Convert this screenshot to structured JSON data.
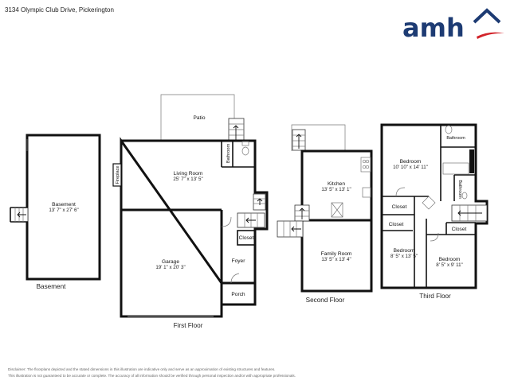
{
  "header": {
    "address": "3134 Olympic Club Drive, Pickerington",
    "logo_text": "amh",
    "logo_color": "#1d3b73",
    "accent_color": "#d2232a"
  },
  "floors": {
    "basement": "Basement",
    "first": "First Floor",
    "second": "Second Floor",
    "third": "Third Floor"
  },
  "rooms": {
    "basement": {
      "name": "Basement",
      "dim": "13' 7\" x 27' 6\""
    },
    "patio": {
      "name": "Patio"
    },
    "living_room": {
      "name": "Living Room",
      "dim": "25' 7\" x 13' 5\""
    },
    "fireplace": {
      "name": "Fireplace"
    },
    "bathroom_1": {
      "name": "Bathroom"
    },
    "closet_1": {
      "name": "Closet"
    },
    "garage": {
      "name": "Garage",
      "dim": "19' 1\" x 20' 3\""
    },
    "foyer": {
      "name": "Foyer"
    },
    "porch": {
      "name": "Porch"
    },
    "kitchen": {
      "name": "Kitchen",
      "dim": "13' 5\" x 13' 1\""
    },
    "family_room": {
      "name": "Family Room",
      "dim": "13' 5\" x 13' 4\""
    },
    "bedroom_1": {
      "name": "Bedroom",
      "dim": "10' 10\" x 14' 11\""
    },
    "bathroom_2": {
      "name": "Bathroom"
    },
    "bathroom_3": {
      "name": "Bathroom"
    },
    "closet_2": {
      "name": "Closet"
    },
    "closet_3": {
      "name": "Closet"
    },
    "closet_4": {
      "name": "Closet"
    },
    "bedroom_2": {
      "name": "Bedroom",
      "dim": "8' 5\" x 13' 5\""
    },
    "bedroom_3": {
      "name": "Bedroom",
      "dim": "8' 5\" x 9' 11\""
    }
  },
  "disclaimer": {
    "line1": "Disclaimer: The floorplans depicted and the stated dimensions in this illustration are indicative only and serve as an approximation of existing structures and features.",
    "line2": "This illustration is not guaranteed to be accurate or complete. The accuracy of all information should be verified through personal inspection and/or with appropriate professionals."
  }
}
